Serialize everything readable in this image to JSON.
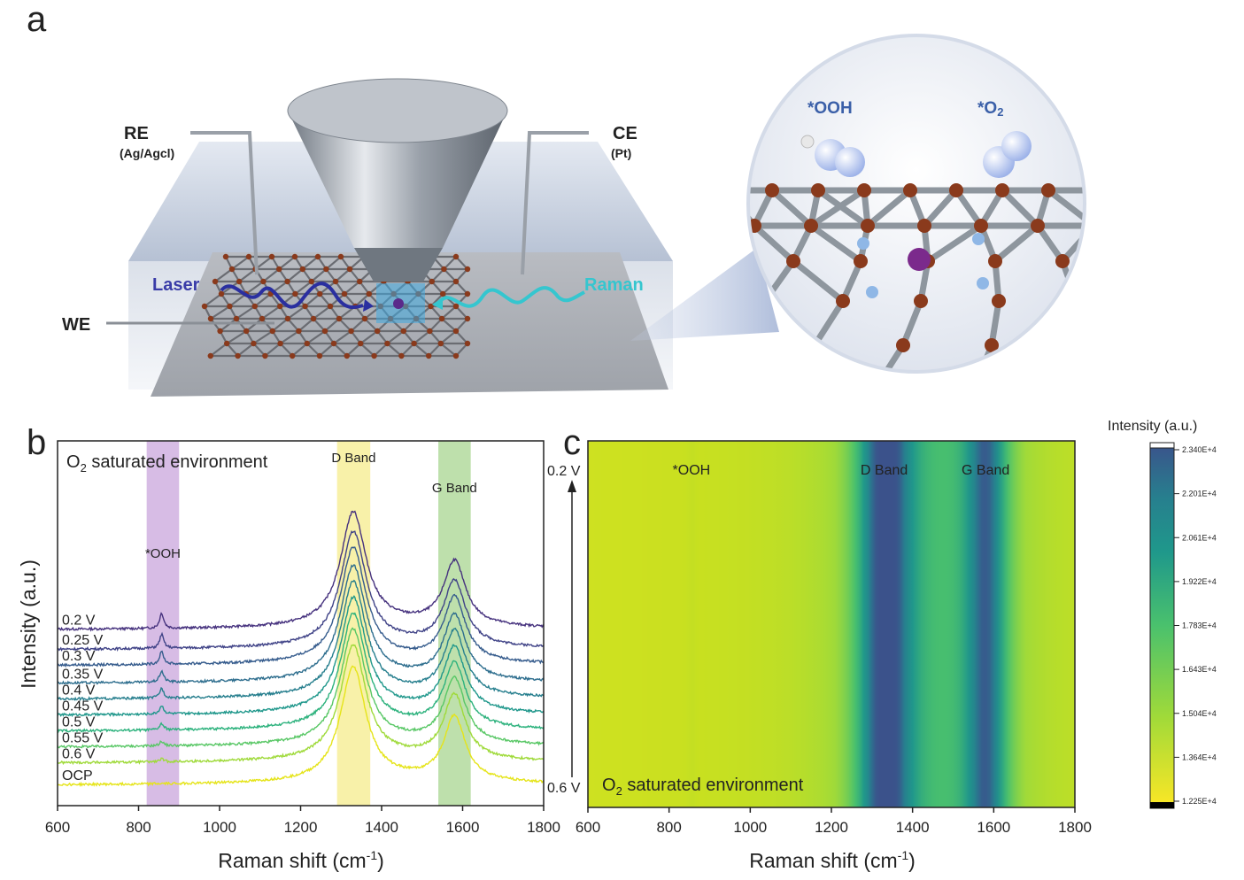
{
  "panel_labels": {
    "a": "a",
    "b": "b",
    "c": "c"
  },
  "schematic": {
    "re_label": "RE",
    "re_sub": "(Ag/Agcl)",
    "ce_label": "CE",
    "ce_sub": "(Pt)",
    "we_label": "WE",
    "laser_label": "Laser",
    "raman_label": "Raman",
    "zoom_ooh": "*OOH",
    "zoom_o2": "*O",
    "zoom_o2_sub": "2",
    "colors": {
      "laser": "#2a2fa0",
      "raman": "#35c6cf",
      "carbon": "#8a3a1c",
      "metal": "#7b2a8c",
      "nitrogen": "#8fb7e6"
    }
  },
  "chart_data": [
    {
      "id": "b",
      "type": "line",
      "title": "",
      "annotation": {
        "prefix": "O",
        "sub": "2",
        "suffix": " saturated environment"
      },
      "xlabel": {
        "text": "Raman shift (cm",
        "sup": "-1",
        "close": ")"
      },
      "ylabel": "Intensity (a.u.)",
      "xlim": [
        600,
        1800
      ],
      "xticks": [
        600,
        800,
        1000,
        1200,
        1400,
        1600,
        1800
      ],
      "bands": [
        {
          "label": "*OOH",
          "range": [
            820,
            900
          ],
          "color": "#c9a6dc"
        },
        {
          "label": "D Band",
          "range": [
            1290,
            1372
          ],
          "color": "#f6ec8c"
        },
        {
          "label": "G Band",
          "range": [
            1540,
            1620
          ],
          "color": "#a8d690"
        }
      ],
      "series": [
        {
          "name": "0.2 V",
          "color": "#46327e",
          "offset": 8.6,
          "ooh": 0.55
        },
        {
          "name": "0.25 V",
          "color": "#404387",
          "offset": 7.6,
          "ooh": 0.5
        },
        {
          "name": "0.3 V",
          "color": "#365c8d",
          "offset": 6.8,
          "ooh": 0.45
        },
        {
          "name": "0.35 V",
          "color": "#2e6e8e",
          "offset": 5.9,
          "ooh": 0.4
        },
        {
          "name": "0.4 V",
          "color": "#277f8e",
          "offset": 5.1,
          "ooh": 0.35
        },
        {
          "name": "0.45 V",
          "color": "#1f978b",
          "offset": 4.3,
          "ooh": 0.3
        },
        {
          "name": "0.5 V",
          "color": "#2db27d",
          "offset": 3.5,
          "ooh": 0.22
        },
        {
          "name": "0.55 V",
          "color": "#58c765",
          "offset": 2.7,
          "ooh": 0.16
        },
        {
          "name": "0.6 V",
          "color": "#9fda3a",
          "offset": 1.9,
          "ooh": 0.1
        },
        {
          "name": "OCP",
          "color": "#e5e419",
          "offset": 0.8,
          "ooh": 0.0
        }
      ],
      "peaks": {
        "ooh_center": 857,
        "d_center": 1330,
        "g_center": 1580
      }
    },
    {
      "id": "c",
      "type": "heatmap",
      "title": "",
      "annotation": {
        "prefix": "O",
        "sub": "2",
        "suffix": " saturated environment"
      },
      "xlabel": {
        "text": "Raman shift (cm",
        "sup": "-1",
        "close": ")"
      },
      "xlim": [
        600,
        1800
      ],
      "xticks": [
        600,
        800,
        1000,
        1200,
        1400,
        1600,
        1800
      ],
      "y_top_label": "0.2 V",
      "y_bottom_label": "0.6 V",
      "band_labels": [
        {
          "label": "*OOH",
          "x": 855
        },
        {
          "label": "D Band",
          "x": 1330
        },
        {
          "label": "G Band",
          "x": 1580
        }
      ],
      "colorbar": {
        "title": "Intensity (a.u.)",
        "ticks": [
          "1.225E+4",
          "1.364E+4",
          "1.504E+4",
          "1.643E+4",
          "1.783E+4",
          "1.922E+4",
          "2.061E+4",
          "2.201E+4",
          "2.340E+4"
        ],
        "min": 12250,
        "max": 23400
      }
    }
  ]
}
